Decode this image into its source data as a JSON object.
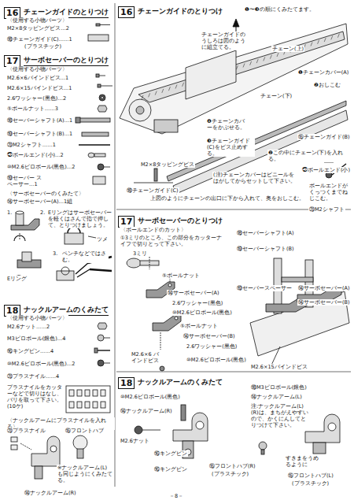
{
  "diagram": {
    "nodes": [
      {
        "text": [
          "16",
          "チェーンガイドのとりつけ"
        ]
      },
      {
        "text": [
          "17",
          "サーボセーバーのとりつけ"
        ]
      },
      {
        "text": [
          "18",
          "ナックルアームのくみたて"
        ]
      },
      {
        "text": [
          "16",
          "チェーンガイドのとりつけ"
        ]
      },
      {
        "text": [
          "17",
          "サーボセーバーのとりつけ"
        ]
      },
      {
        "text": [
          "18",
          "ナックルアームのくみたて"
        ]
      }
    ],
    "labels": [
      "〈使用する小物パーツ〉",
      "M2×8タッピングビス…2",
      "⑱チェーンガイド(C)……1",
      "(プラスチック)",
      "〈使用する小物パーツ〉",
      "M2.6×6バインドビス…1",
      "M2.6×15バインドビス…1",
      "2.6ワッシャー(黒色)…2",
      "⑤ボールナット……3",
      "⑱セーバーシャフト(A)…1",
      "⑲セーバーシャフト(B)…1",
      "⑳M2シャフト……1",
      "㉑ボールエンド(小)…2",
      "⑩M2.6ピロボール(黒色)…2",
      "⑲セーバー スペーサー…1",
      "〈サーボセーバーのくみたて〉",
      "⑭サーボセーバー(A)…1組",
      "1.",
      "2.",
      "Eリングはサーボセーバーを軽くはさんで指で押して、とりつけましょう。",
      "ツメ",
      "3.",
      "ペンチなどではさむ。",
      "Eリング",
      "〈使用する小物パーツ〉",
      "M2.6ナット……2",
      "M3ピロボール(銀色)…4",
      "⑯キングピン……4",
      "⑩M2.6ピロボール(黒色)…2",
      "⑳プラスナイル……4",
      "プラスナイルをカッターなどで切りはなし、バリを取って下さい。(10ケ)",
      "〈ナックルアームにプラスナイルを入れる〉",
      "⑳プラスナイル",
      "⑮フロントハブ",
      "※ナックルアーム(L)も同じようにくみたてる。",
      "⑭ナックルアーム(R)",
      "❶〜❸の順にくみたてます。",
      "チェーンガイドのうしろは図のように組立てる。",
      "チェーン(上)",
      "❶チェーンカバー(A)",
      "❷おしこむ",
      "チェーン(下)",
      "❹チェーンカバーをかぶせる。",
      "❸チェーンガイド(C)をビス止めする。",
      "⑮チェーンガイド(B)",
      "❷この中にチェーン(下)を入れる。",
      "M2×8タッピングビス",
      "⑱チェーンガイド(C)",
      "㉑ボールエンド(小)",
      "(注)チェーンカバーはビニールをはがしてからセットして下さい。",
      "上図のようにチェーンの出口に下から入れて、奥をおしこむ。",
      "ボールエンドがくっつくまでねじこむ。",
      "⑳M2シャフト",
      "〈ボールエンドのカット〉",
      "①3ミリのところ、この部分をカッターナイフで切りとって下さい。",
      "3ミリ",
      "⑤ボールナット",
      "⑭サーボセーバー(A)",
      "2.6ワッシャー(黒色)",
      "⑩M2.6ピロボール(黒色)",
      "⑤ボールナット",
      "⑭サーボセーバー(B)",
      "2.6ワッシャー(黒色)",
      "M2.6×6 バインドビス",
      "⑩M2.6ピロボール(黒色)",
      "M2.6×15バインドビス",
      "⑱セーバーシャフト(A)",
      "⑲セーバーシャフト(B)",
      "⑲セーバースペーサー",
      "⑭サーボセーバー(A)",
      "⑭サーボセーバー(B)",
      "⑱M3ピロボール(銀色)",
      "⑩M2.6ピロボール(黒色)",
      "⑭ナックルアーム(L)",
      "注:ナックルアーム(L)(R)は、まちがえやすいので、かくにんしてとりつけて下さい。",
      "⑭ナックルアーム(R)",
      "M2.6ナット",
      "⑯キングピン",
      "⑯キングピン",
      "⑮フロントハブ(R)",
      "(プラスチック)",
      "すきまをうめるように",
      "⑮フロントハブ(L)",
      "(プラスチック)",
      "－8－"
    ]
  }
}
